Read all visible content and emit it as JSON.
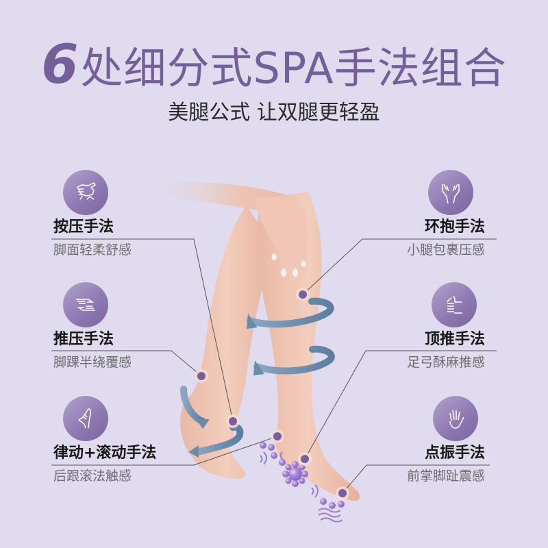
{
  "header": {
    "title_number": "6",
    "title_text": "处细分式SPA手法组合",
    "subtitle": "美腿公式 让双腿更轻盈"
  },
  "colors": {
    "background": "#e0dbee",
    "title": "#735f99",
    "icon_circle": "#8c77b0",
    "marker_dot": "#7a5e9c",
    "arrow": "#6b8bab",
    "vibration": "#9b7cc8"
  },
  "features": [
    {
      "icon": "fist-press-icon",
      "title": "按压手法",
      "desc": "脚面轻柔舒感",
      "side": "left"
    },
    {
      "icon": "hands-push-icon",
      "title": "推压手法",
      "desc": "脚踝半绕覆感",
      "side": "left"
    },
    {
      "icon": "finger-roll-icon",
      "title": "律动+滚动手法",
      "desc": "后跟滚法触感",
      "side": "left"
    },
    {
      "icon": "hands-embrace-icon",
      "title": "环抱手法",
      "desc": "小腿包裹压感",
      "side": "right"
    },
    {
      "icon": "thumb-push-icon",
      "title": "顶推手法",
      "desc": "足弓酥麻推感",
      "side": "right"
    },
    {
      "icon": "open-palm-icon",
      "title": "点振手法",
      "desc": "前掌脚趾震感",
      "side": "right"
    }
  ]
}
